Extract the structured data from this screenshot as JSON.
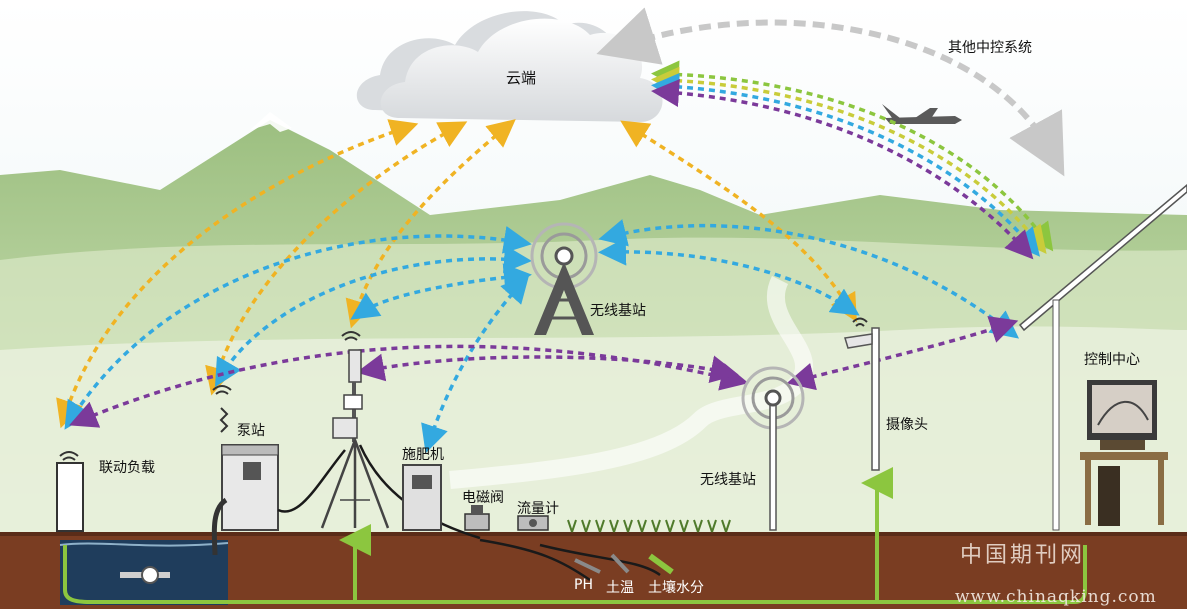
{
  "labels": {
    "cloud": "云端",
    "other_systems": "其他中控系统",
    "base_station_top": "无线基站",
    "base_station_right": "无线基站",
    "control_center": "控制中心",
    "camera": "摄像头",
    "linkage_load": "联动负载",
    "pump_station": "泵站",
    "fertilizer_machine": "施肥机",
    "solenoid_valve": "电磁阀",
    "flow_meter": "流量计",
    "ph": "PH",
    "soil_temp": "土温",
    "soil_moisture": "土壤水分"
  },
  "watermark": {
    "cn": "中国期刊网",
    "url": "www.chinaqking.com"
  },
  "colors": {
    "sky_top": "#ffffff",
    "sky_bottom": "#dfeef0",
    "mountain": "#8fb573",
    "hill_light": "#b7d39a",
    "ground": "#7a3d22",
    "soil": "#8a4a2a",
    "water": "#1f3d5c",
    "link_orange": "#f0b323",
    "link_blue": "#33a9e0",
    "link_purple": "#7b3a9a",
    "link_green": "#8cc63f",
    "pipe_green": "#8cc63f"
  }
}
